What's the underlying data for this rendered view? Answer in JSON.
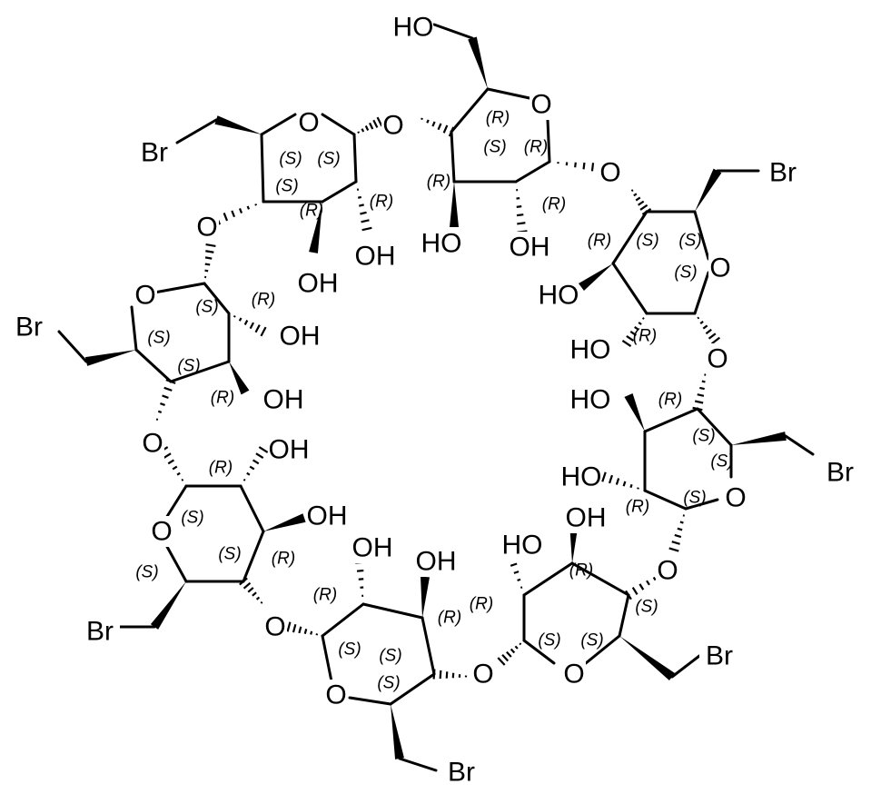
{
  "colors": {
    "background": "#ffffff",
    "ink": "#000000"
  },
  "atoms": {
    "o": "O",
    "oh": "OH",
    "ho": "HO",
    "br": "Br"
  },
  "stereo": {
    "r": "(R)",
    "s": "(S)"
  }
}
